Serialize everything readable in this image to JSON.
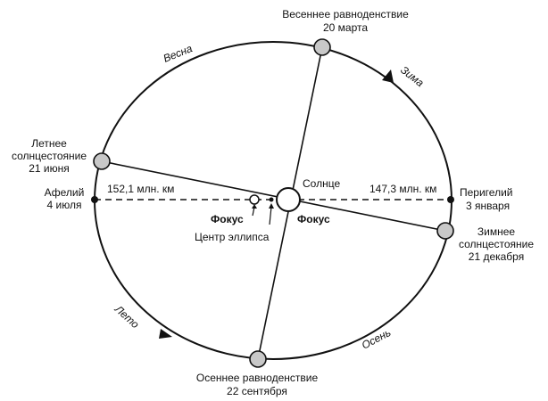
{
  "labels": {
    "spring_equinox": [
      "Весеннее равноденствие",
      "20 марта"
    ],
    "summer_solstice": [
      "Летнее",
      "солнцестояние",
      "21 июня"
    ],
    "aphelion": [
      "Афелий",
      "4 июля"
    ],
    "perihelion": [
      "Перигелий",
      "3 января"
    ],
    "winter_solstice": [
      "Зимнее",
      "солнцестояние",
      "21 декабря"
    ],
    "autumn_equinox": [
      "Осеннее равноденствие",
      "22 сентября"
    ],
    "sun": "Солнце",
    "focus_left": "Фокус",
    "focus_right": "Фокус",
    "ellipse_center": "Центр эллипса",
    "dist_aphelion": "152,1 млн. км",
    "dist_perihelion": "147,3 млн. км"
  },
  "seasons": {
    "spring": "Весна",
    "winter": "Зима",
    "summer": "Лето",
    "autumn": "Осень"
  },
  "colors": {
    "line": "#111111",
    "planet_fill": "#c8c8c8",
    "sun_fill": "#ffffff"
  }
}
